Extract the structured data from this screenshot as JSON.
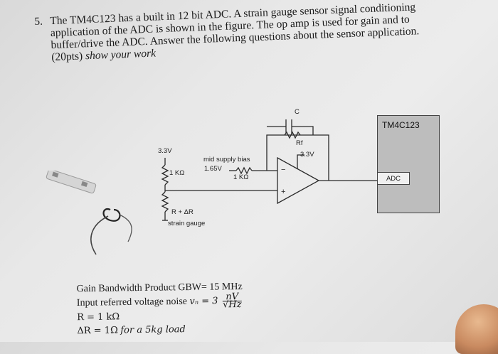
{
  "problem": {
    "number": "5.",
    "lines": [
      "The TM4C123 has a built in 12 bit ADC.  A strain gauge sensor signal conditioning",
      "application of the ADC is shown in the figure.  The op amp is used for gain and to",
      "buffer/drive the ADC.  Answer the following questions about the sensor application."
    ],
    "points": "(20pts)",
    "show_work": "show your work"
  },
  "figure": {
    "supply_left": "3.3V",
    "resistor_top": "1 KΩ",
    "strain_label": "R + ΔR",
    "strain_caption": "strain gauge",
    "bias_label": "mid supply bias",
    "bias_voltage": "1.65V",
    "bias_resistor": "1 KΩ",
    "cap_label": "C",
    "feedback_label": "Rf",
    "opamp_supply": "3.3V",
    "minus": "−",
    "plus": "+",
    "mcu_title": "TM4C123",
    "adc_label": "ADC"
  },
  "specs": {
    "gbw": "Gain Bandwidth Product  GBW= 15 MHz",
    "noise_prefix": "Input referred voltage noise",
    "noise_var": "vₙ = 3",
    "noise_num": "nV",
    "noise_den": "√Hz",
    "r": "R = 1 kΩ",
    "dr_prefix": "ΔR = 1Ω",
    "dr_suffix": "for a 5kg load"
  }
}
